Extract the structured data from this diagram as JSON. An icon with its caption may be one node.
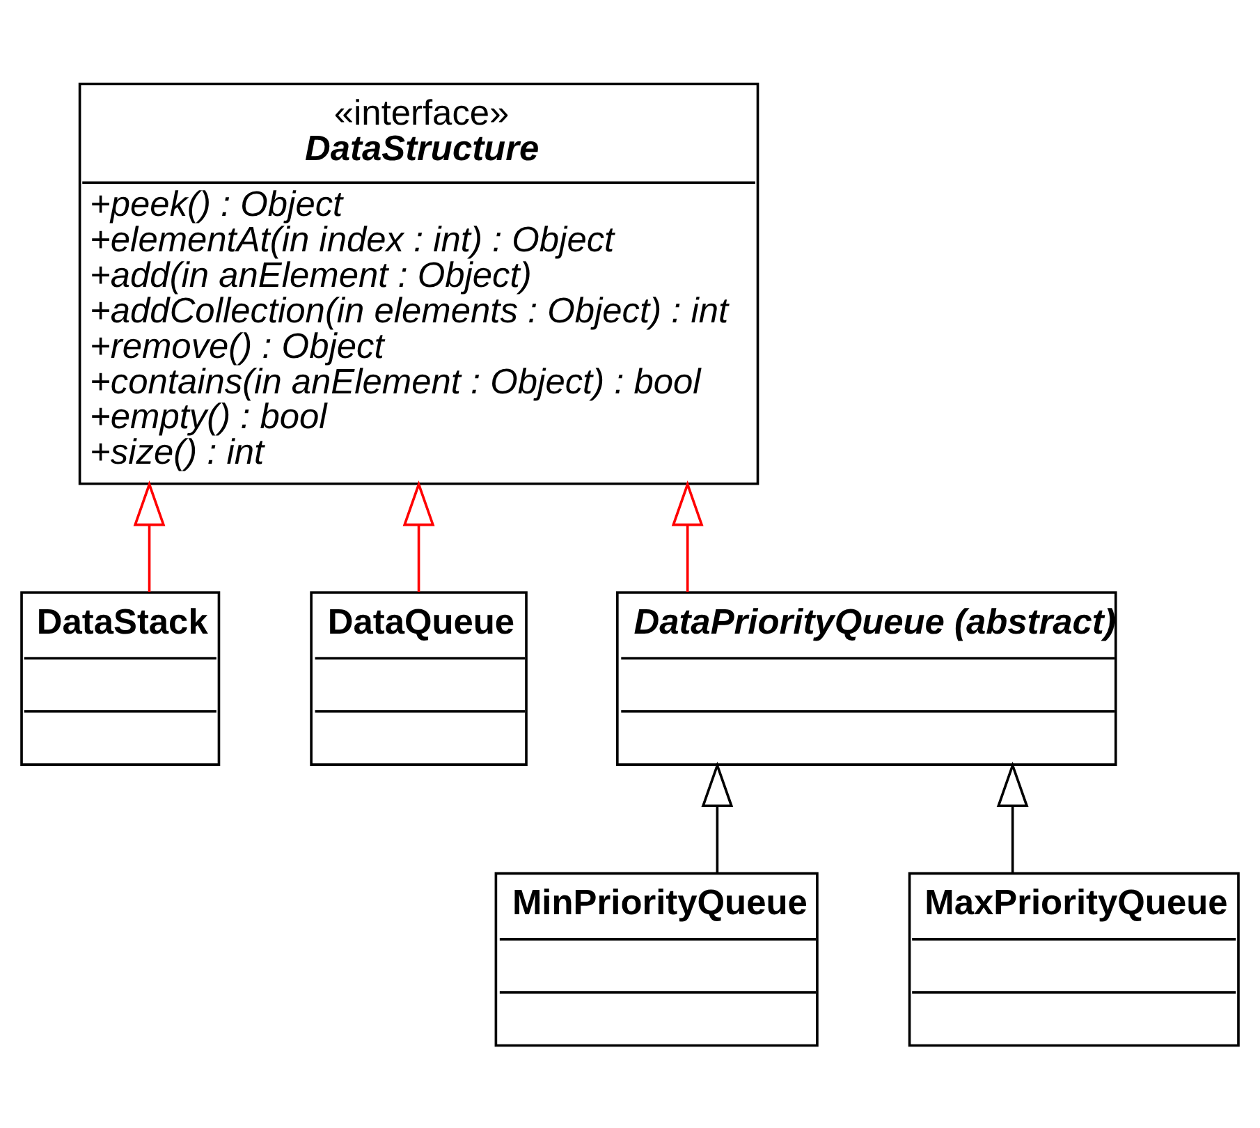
{
  "diagram": {
    "nodes": [
      {
        "text": [
          "«interface»",
          "DataStructure",
          "+peek() : Object",
          "+elementAt(in index : int) : Object",
          "+add(in anElement : Object)",
          "+addCollection(in elements : Object) : int",
          "+remove() : Object",
          "+contains(in anElement : Object) : bool",
          "+empty() : bool",
          "+size() : int"
        ]
      },
      {
        "text": [
          "DataStack"
        ]
      },
      {
        "text": [
          "DataQueue"
        ]
      },
      {
        "text": [
          "DataPriorityQueue (abstract)"
        ]
      },
      {
        "text": [
          "MinPriorityQueue"
        ]
      },
      {
        "text": [
          "MaxPriorityQueue"
        ]
      }
    ],
    "edges": [
      {
        "from": 1,
        "to": 0,
        "arrow": "to",
        "color": "#ff0000"
      },
      {
        "from": 2,
        "to": 0,
        "arrow": "to",
        "color": "#ff0000"
      },
      {
        "from": 3,
        "to": 0,
        "arrow": "to",
        "color": "#ff0000"
      },
      {
        "from": 4,
        "to": 3,
        "arrow": "to",
        "color": "#000000"
      },
      {
        "from": 5,
        "to": 3,
        "arrow": "to",
        "color": "#000000"
      }
    ]
  }
}
